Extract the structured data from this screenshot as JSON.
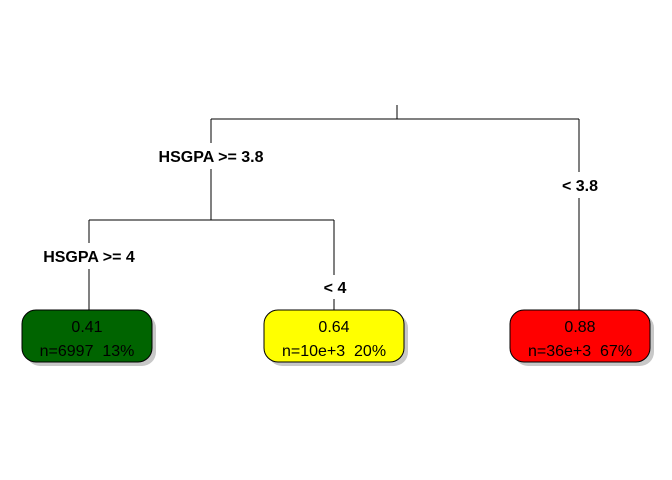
{
  "tree": {
    "root": {
      "left_label": "HSGPA >= 3.8",
      "right_label": "< 3.8"
    },
    "left_node": {
      "left_label": "HSGPA >= 4",
      "right_label": "< 4"
    },
    "leaves": [
      {
        "value": "0.41",
        "stats": "n=6997  13%",
        "fill": "#006400"
      },
      {
        "value": "0.64",
        "stats": "n=10e+3  20%",
        "fill": "#ffff00"
      },
      {
        "value": "0.88",
        "stats": "n=36e+3  67%",
        "fill": "#ff0000"
      }
    ]
  }
}
